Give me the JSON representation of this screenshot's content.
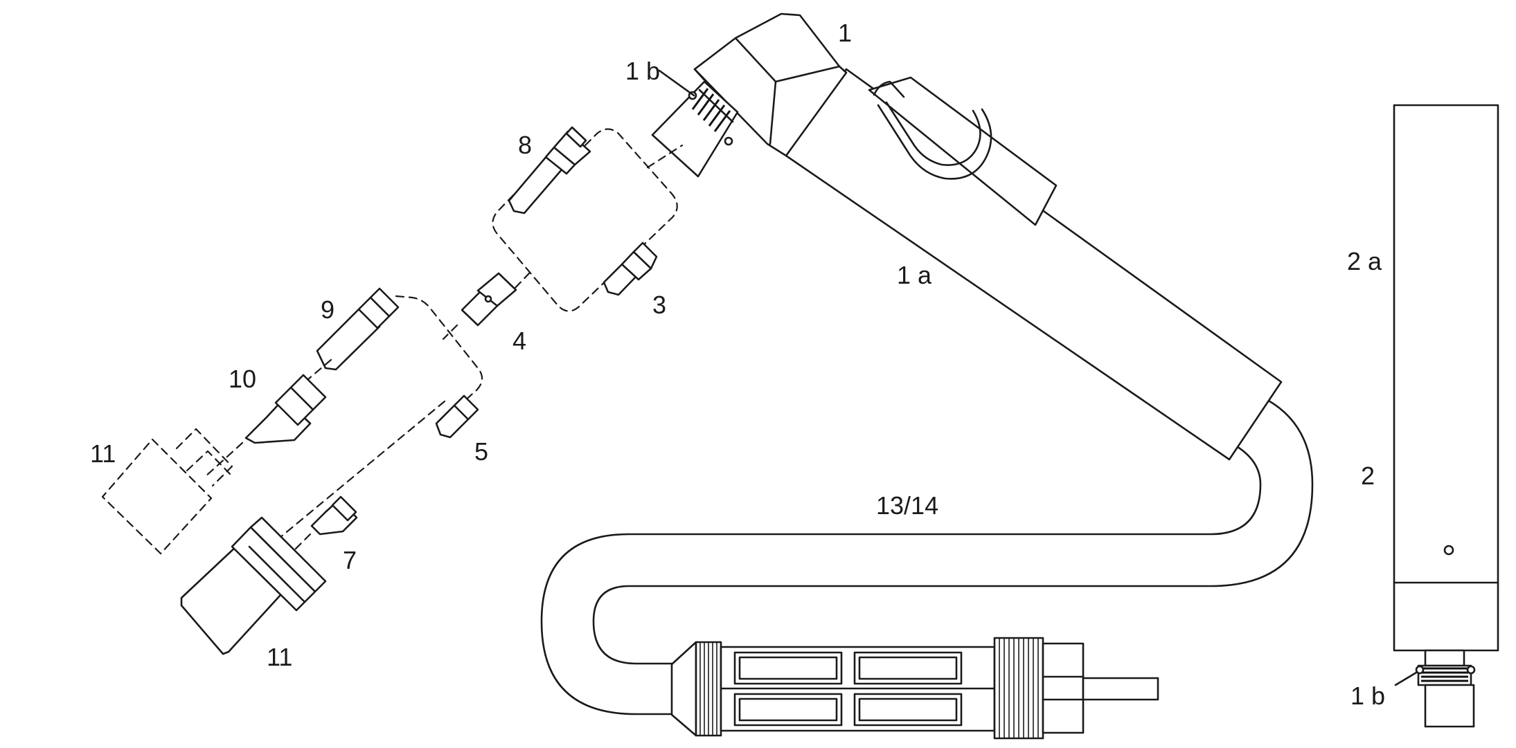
{
  "labels": {
    "l1": "1",
    "l1b_top": "1 b",
    "l1a": "1 a",
    "l2a": "2 a",
    "l2": "2",
    "l1b_bottom": "1 b",
    "l3": "3",
    "l4": "4",
    "l5": "5",
    "l7": "7",
    "l8": "8",
    "l9": "9",
    "l10": "10",
    "l11_left": "11",
    "l11_bottom": "11",
    "l13_14": "13/14"
  }
}
